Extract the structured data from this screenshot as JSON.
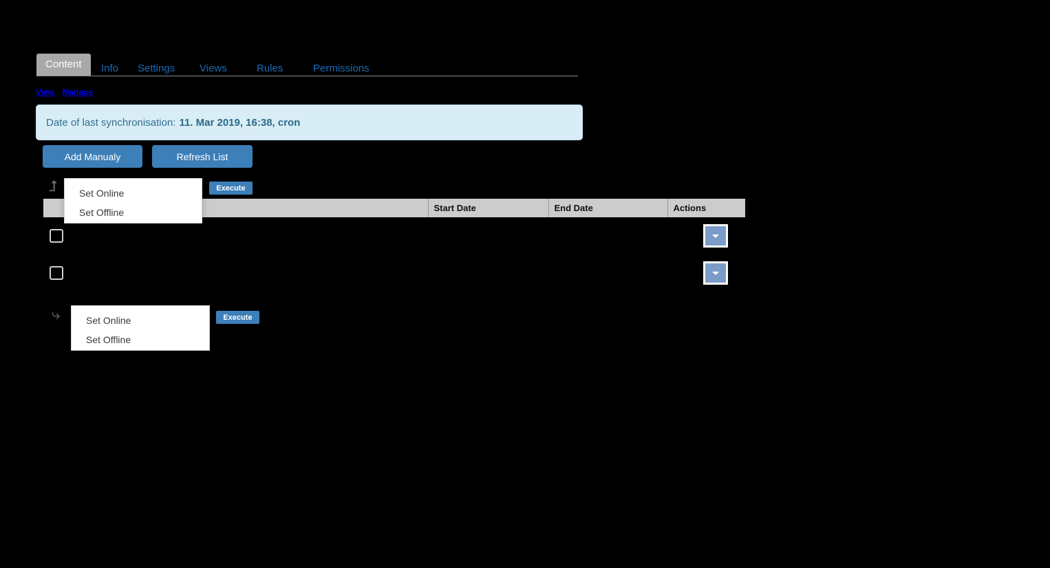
{
  "tabs": [
    {
      "label": "Content",
      "active": true
    },
    {
      "label": "Info",
      "active": false
    },
    {
      "label": "Settings",
      "active": false
    },
    {
      "label": "Views",
      "active": false
    },
    {
      "label": "Rules",
      "active": false
    },
    {
      "label": "Permissions",
      "active": false
    }
  ],
  "sublinks": [
    {
      "label": "View"
    },
    {
      "label": "Manage"
    }
  ],
  "sync_notice": {
    "label": "Date of last synchronisation:",
    "value": "11. Mar 2019, 16:38, cron"
  },
  "toolbar": {
    "add_manually_label": "Add Manualy",
    "refresh_list_label": "Refresh List"
  },
  "bulk_actions_top": {
    "arrow_glyph": "⮥",
    "options": [
      {
        "label": "Set Online"
      },
      {
        "label": "Set Offline"
      }
    ],
    "execute_label": "Execute"
  },
  "bulk_actions_bottom": {
    "arrow_glyph": "⤷",
    "options": [
      {
        "label": "Set Online"
      },
      {
        "label": "Set Offline"
      }
    ],
    "execute_label": "Execute"
  },
  "table": {
    "columns": [
      {
        "key": "check",
        "label": ""
      },
      {
        "key": "title",
        "label": ""
      },
      {
        "key": "start",
        "label": "Start Date"
      },
      {
        "key": "end",
        "label": "End Date"
      },
      {
        "key": "actions",
        "label": "Actions"
      }
    ],
    "rows": [
      {
        "checked": false,
        "title": "",
        "start": "",
        "end": "",
        "action_glyph": "▼"
      },
      {
        "checked": false,
        "title": "",
        "start": "",
        "end": "",
        "action_glyph": "▼"
      }
    ]
  },
  "colors": {
    "primary_button": "#3c7fb9",
    "alert_background": "#d9edf7",
    "alert_text": "#31708f",
    "table_header": "#cccccc",
    "active_tab": "#a8a8a8",
    "link": "#1a6bb5",
    "sublink": "#0000ee",
    "action_button": "#7a9cc6",
    "page_background": "#000000"
  }
}
